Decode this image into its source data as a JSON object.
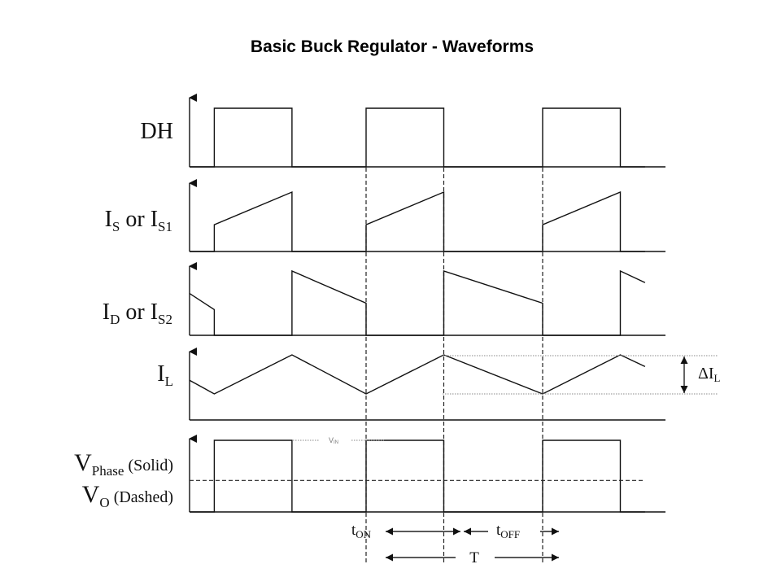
{
  "title": "Basic Buck Regulator - Waveforms",
  "chart_data": {
    "type": "line",
    "title": "Basic Buck Regulator - Waveforms",
    "time_unit": "switching period T",
    "time_range": [
      0,
      2.75
    ],
    "duty_cycle": 0.44,
    "period_markers": [
      1.0,
      1.44,
      2.0
    ],
    "traces": [
      {
        "id": "dh",
        "label": {
          "main": "DH",
          "sub": "",
          "mid": "",
          "sub2": ""
        },
        "description": "High-side gate drive: square pulse during t_ON",
        "points": [
          [
            0,
            0
          ],
          [
            0.14,
            0
          ],
          [
            0.14,
            1
          ],
          [
            0.58,
            1
          ],
          [
            0.58,
            0
          ],
          [
            1.0,
            0
          ],
          [
            1.0,
            1
          ],
          [
            1.44,
            1
          ],
          [
            1.44,
            0
          ],
          [
            2.0,
            0
          ],
          [
            2.0,
            1
          ],
          [
            2.44,
            1
          ],
          [
            2.44,
            0
          ],
          [
            2.58,
            0
          ]
        ]
      },
      {
        "id": "is",
        "label": {
          "main": "I",
          "sub": "S",
          "mid": " or I",
          "sub2": "S1"
        },
        "description": "Switch current: steps up then ramps during t_ON",
        "points": [
          [
            0,
            0
          ],
          [
            0.14,
            0
          ],
          [
            0.14,
            0.45
          ],
          [
            0.58,
            1
          ],
          [
            0.58,
            0
          ],
          [
            1.0,
            0
          ],
          [
            1.0,
            0.45
          ],
          [
            1.44,
            1
          ],
          [
            1.44,
            0
          ],
          [
            2.0,
            0
          ],
          [
            2.0,
            0.45
          ],
          [
            2.44,
            1
          ],
          [
            2.44,
            0
          ],
          [
            2.58,
            0
          ]
        ]
      },
      {
        "id": "id",
        "label": {
          "main": "I",
          "sub": "D",
          "mid": " or I",
          "sub2": "S2"
        },
        "description": "Diode current: steps up then ramps down during t_OFF",
        "points": [
          [
            0,
            0.65
          ],
          [
            0.14,
            0.4
          ],
          [
            0.14,
            0
          ],
          [
            0.58,
            0
          ],
          [
            0.58,
            1
          ],
          [
            1.0,
            0.5
          ],
          [
            1.0,
            0
          ],
          [
            1.44,
            0
          ],
          [
            1.44,
            1
          ],
          [
            2.0,
            0.5
          ],
          [
            2.0,
            0
          ],
          [
            2.44,
            0
          ],
          [
            2.44,
            1
          ],
          [
            2.58,
            0.82
          ]
        ]
      },
      {
        "id": "il",
        "label": {
          "main": "I",
          "sub": "L",
          "mid": "",
          "sub2": ""
        },
        "description": "Inductor current: triangular ripple",
        "points": [
          [
            0,
            0.35
          ],
          [
            0.14,
            0
          ],
          [
            0.58,
            1
          ],
          [
            1.0,
            0
          ],
          [
            1.44,
            1
          ],
          [
            2.0,
            0
          ],
          [
            2.44,
            1
          ],
          [
            2.58,
            0.7
          ]
        ]
      },
      {
        "id": "vphase",
        "label": {
          "main": "V",
          "sub": "Phase",
          "mid": " (Solid)",
          "sub2": ""
        },
        "description": "Phase node voltage: swings between 0 and V_IN",
        "points": [
          [
            0,
            0
          ],
          [
            0.14,
            0
          ],
          [
            0.14,
            1
          ],
          [
            0.58,
            1
          ],
          [
            0.58,
            0
          ],
          [
            1.0,
            0
          ],
          [
            1.0,
            1
          ],
          [
            1.44,
            1
          ],
          [
            1.44,
            0
          ],
          [
            2.0,
            0
          ],
          [
            2.0,
            1
          ],
          [
            2.44,
            1
          ],
          [
            2.44,
            0
          ],
          [
            2.58,
            0
          ]
        ]
      },
      {
        "id": "vo",
        "label": {
          "main": "V",
          "sub": "O",
          "mid": " (Dashed)",
          "sub2": ""
        },
        "description": "Output voltage: constant DC level",
        "points": [
          [
            0,
            0.44
          ],
          [
            2.58,
            0.44
          ]
        ]
      }
    ],
    "annotations": {
      "delta_il": {
        "main": "ΔI",
        "sub": "L"
      },
      "vin": {
        "main": "V",
        "sub": "IN"
      },
      "t_on": {
        "main": "t",
        "sub": "ON"
      },
      "t_off": {
        "main": "t",
        "sub": "OFF"
      },
      "period": "T"
    }
  }
}
